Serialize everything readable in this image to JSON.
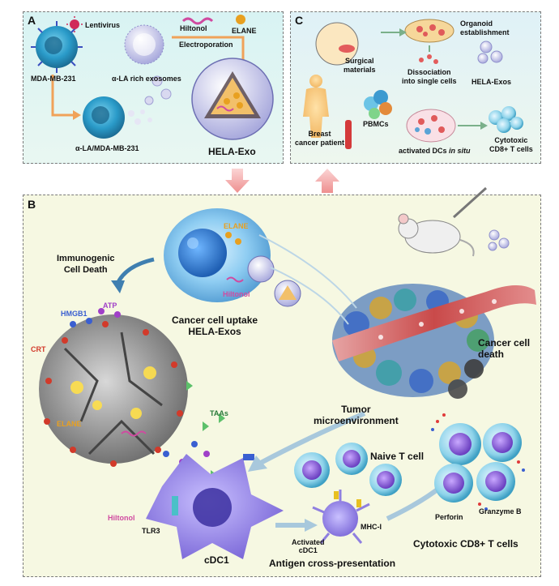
{
  "panel_a": {
    "letter": "A",
    "lentivirus": "Lentivirus",
    "hiltonol": "Hiltonol",
    "elane": "ELANE",
    "electroporation": "Electroporation",
    "mda_cell": "MDA-MB-231",
    "la_exosomes": "α-LA rich exosomes",
    "la_mda_cell": "α-LA/MDA-MB-231",
    "hela_exo": "HELA-Exo"
  },
  "panel_c": {
    "letter": "C",
    "organoid_establishment": "Organoid\nestablishment",
    "surgical_materials": "Surgical\nmaterials",
    "dissociation": "Dissociation\ninto single cells",
    "hela_exos": "HELA-Exos",
    "pbmcs": "PBMCs",
    "breast_cancer_patient": "Breast\ncancer patient",
    "activated_dcs": "activated DCs",
    "in_situ": "in situ",
    "cytotoxic_t": "Cytotoxic\nCD8+ T cells"
  },
  "panel_b": {
    "letter": "B",
    "immunogenic_cell_death": "Immunogenic\nCell Death",
    "elane": "ELANE",
    "hiltonol": "Hiltonol",
    "hmgb1": "HMGB1",
    "atp": "ATP",
    "crt": "CRT",
    "elane_dead": "ELANE",
    "uptake": "Cancer cell uptake\nHELA-Exos",
    "tumor_microenvironment": "Tumor\nmicroenvironment",
    "cancer_cell_death": "Cancer cell\ndeath",
    "taas": "TAAs",
    "hiltonol_dc": "Hiltonol",
    "tlr3": "TLR3",
    "cdc1": "cDC1",
    "naive_t": "Naive T cell",
    "mhc_i": "MHC-I",
    "activated_cdc1": "Activated\ncDC1",
    "antigen_cross_presentation": "Antigen cross-presentation",
    "perforin": "Perforin",
    "granzyme_b": "Granzyme B",
    "cytotoxic_cd8": "Cytotoxic CD8+ T cells"
  },
  "colors": {
    "exosome": "#b8b9e6",
    "cancer_cell": "#2a9bc9",
    "hmgb1": "#3a5fd1",
    "atp": "#a040c8",
    "crt": "#d23a2a",
    "hiltonol": "#d04aa0",
    "elane": "#e8a020",
    "vessel": "#c84040",
    "dc": "#8f7fe0",
    "tcell": "#4aa7c8",
    "arrow": "#f2a0a0"
  }
}
